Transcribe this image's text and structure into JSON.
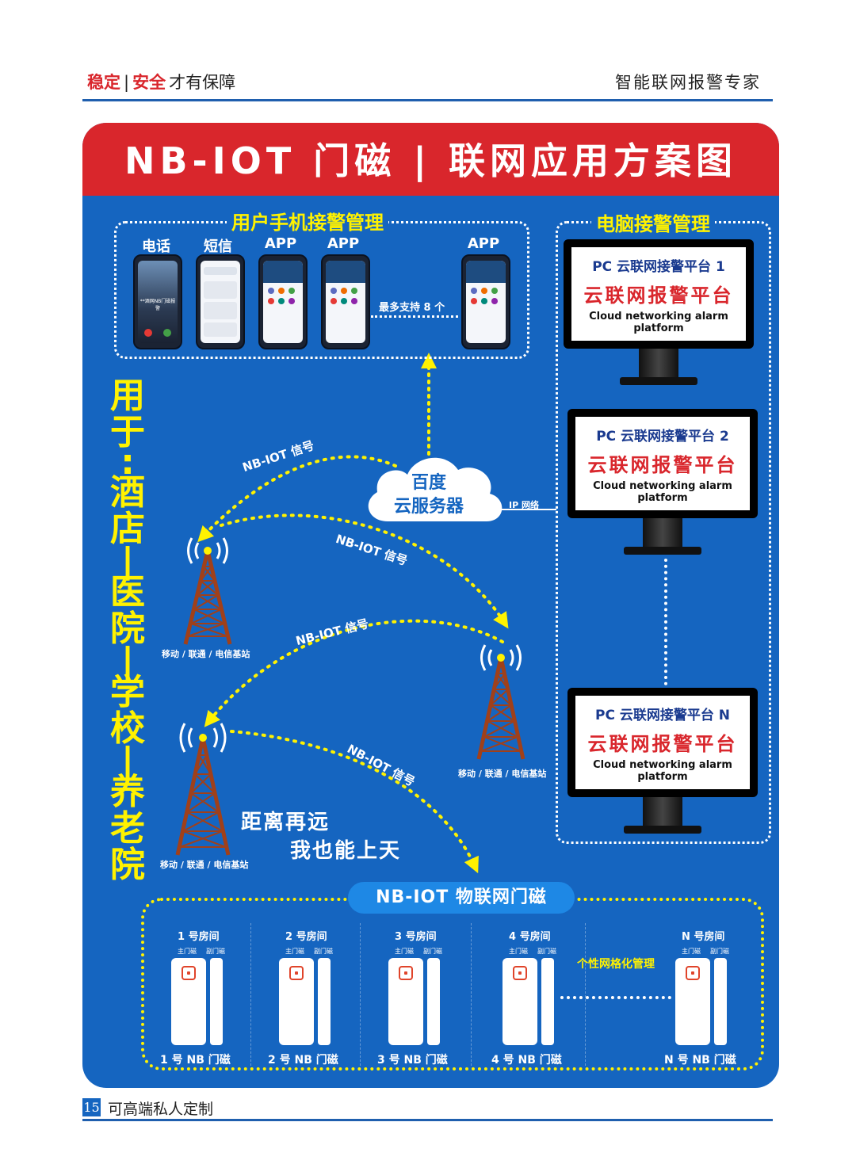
{
  "header": {
    "left_part1": "稳定",
    "left_sep": "|",
    "left_part2": "安全",
    "left_part3": "才有保障",
    "right": "智能联网报警专家"
  },
  "title": "NB-IOT 门磁 | 联网应用方案图",
  "mobile_section": {
    "label": "用户手机接警管理",
    "phones": [
      {
        "label": "电话",
        "caption": "**酒网NB门磁报警"
      },
      {
        "label": "短信"
      },
      {
        "label": "APP"
      },
      {
        "label": "APP"
      },
      {
        "label": "APP"
      }
    ],
    "max_support": "最多支持 8 个"
  },
  "pc_section": {
    "label": "电脑接警管理",
    "monitors": [
      {
        "line1": "PC 云联网接警平台 1",
        "line2": "云联网报警平台",
        "line3": "Cloud networking alarm platform"
      },
      {
        "line1": "PC 云联网接警平台 2",
        "line2": "云联网报警平台",
        "line3": "Cloud networking alarm platform"
      },
      {
        "line1": "PC 云联网接警平台 N",
        "line2": "云联网报警平台",
        "line3": "Cloud networking alarm platform"
      }
    ]
  },
  "cloud": {
    "line1": "百度",
    "line2": "云服务器",
    "ip_label": "IP 网络"
  },
  "signals": [
    "NB-IOT 信号",
    "NB-IOT 信号",
    "NB-IOT 信号",
    "NB-IOT 信号"
  ],
  "towers": [
    "移动 / 联通 / 电信基站",
    "移动 / 联通 / 电信基站",
    "移动 / 联通 / 电信基站"
  ],
  "vertical_text": [
    "用",
    "于",
    ":",
    "酒",
    "店",
    "|",
    "医",
    "院",
    "|",
    "学",
    "校",
    "|",
    "养",
    "老",
    "院"
  ],
  "slogan": {
    "line1": "距离再远",
    "line2": "我也能上天"
  },
  "door_section": {
    "label": "NB-IOT 物联网门磁",
    "main_label": "主门磁",
    "sub_label": "副门磁",
    "grid_note": "个性网格化管理",
    "rooms": [
      {
        "room": "1 号房间",
        "name": "1 号 NB 门磁"
      },
      {
        "room": "2 号房间",
        "name": "2 号 NB 门磁"
      },
      {
        "room": "3 号房间",
        "name": "3 号 NB 门磁"
      },
      {
        "room": "4 号房间",
        "name": "4 号 NB 门磁"
      },
      {
        "room": "N 号房间",
        "name": "N 号 NB 门磁"
      }
    ]
  },
  "footer": {
    "page": "15",
    "text": "可高端私人定制"
  },
  "colors": {
    "panel_blue": "#1565c0",
    "banner_red": "#d9262c",
    "accent_yellow": "#fff200"
  }
}
